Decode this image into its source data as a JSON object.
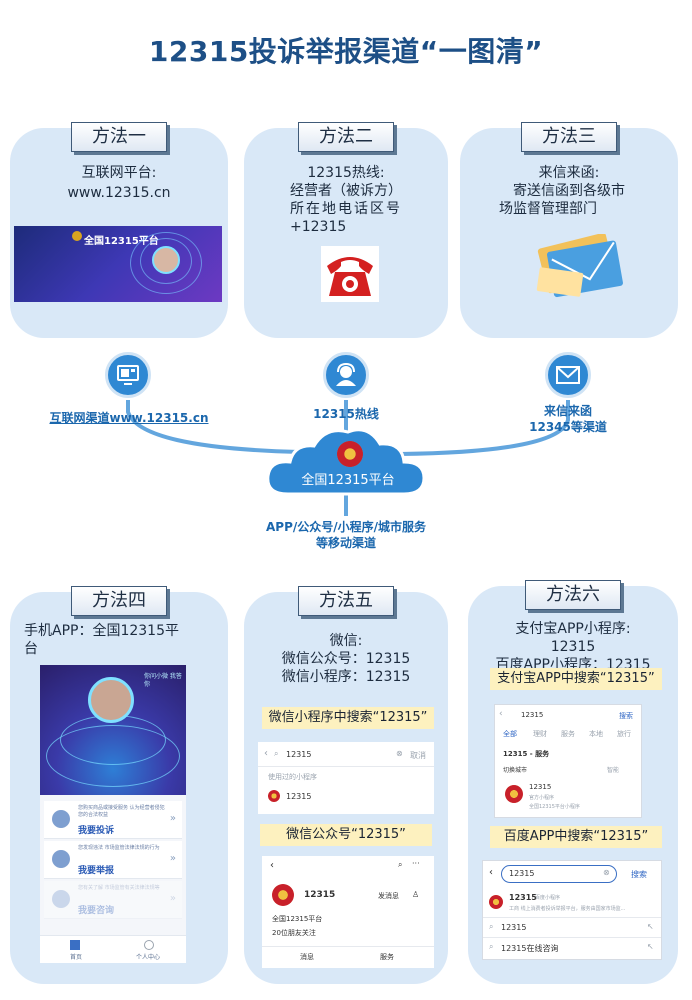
{
  "title": "12315投诉举报渠道“一图清”",
  "methods": [
    {
      "tag": "方法一",
      "lines": [
        "互联网平台:",
        "www.12315.cn"
      ],
      "banner_text": "全国12315平台"
    },
    {
      "tag": "方法二",
      "lines": [
        "12315热线:",
        "经营者（被诉方）",
        "所在地电话区号",
        "+12315"
      ]
    },
    {
      "tag": "方法三",
      "lines": [
        "来信来函:",
        "寄送信函到各级市",
        "场监督管理部门"
      ]
    },
    {
      "tag": "方法四",
      "lines": [
        "手机APP：全国12315平",
        "台"
      ]
    },
    {
      "tag": "方法五",
      "lines": [
        "微信:",
        "微信公众号：12315",
        "微信小程序：12315"
      ]
    },
    {
      "tag": "方法六",
      "lines": [
        "支付宝APP小程序:",
        "12315",
        "百度APP小程序：12315"
      ]
    }
  ],
  "channels": {
    "internet": "互联网渠道www.12315.cn",
    "hotline": "12315热线",
    "letter": [
      "来信来函",
      "12345等渠道"
    ],
    "platform": "全国12315平台",
    "mobile": [
      "APP/公众号/小程序/城市服务",
      "等移动渠道"
    ]
  },
  "app": {
    "hero_tag": "你问小微 我答你",
    "rows": [
      {
        "small": "您购买商品或接受服务 认为经营者侵犯您的合法权益",
        "big": "我要投诉"
      },
      {
        "small": "您发现违法 市场监管法律法规的行为",
        "big": "我要举报"
      },
      {
        "small": "您有关了解 市场监管有关法律法规等",
        "big": "我要咨询"
      }
    ],
    "tabs": [
      "首页",
      "个人中心"
    ]
  },
  "wechat": {
    "label_mini": "微信小程序中搜索“12315”",
    "label_official": "微信公众号“12315”",
    "search_value": "12315",
    "cancel": "取消",
    "recent": "使用过的小程序",
    "result": "12315",
    "account_name": "12315",
    "send_msg": "发消息",
    "account_desc": "全国12315平台",
    "followers": "20位朋友关注",
    "tab_msg": "消息",
    "tab_service": "服务"
  },
  "alipay": {
    "label": "支付宝APP中搜索“12315”",
    "search_value": "12315",
    "search_btn": "搜索",
    "tabs": [
      "全部",
      "理财",
      "服务",
      "本地",
      "旅行"
    ],
    "section": "12315 - 服务",
    "city": "切换城市",
    "sort": "智能",
    "result_title": "12315",
    "result_sub": "官方小程序",
    "result_desc": "全国12315平台小程序"
  },
  "baidu": {
    "label": "百度APP中搜索“12315”",
    "search_value": "12315",
    "search_btn": "搜索",
    "result_title": "12315",
    "result_badge": "百度小程序",
    "result_desc": "工商 线上消费者投诉举报平台，服务由国家市场监...",
    "suggestions": [
      "12315",
      "12315在线咨询"
    ]
  },
  "colors": {
    "title": "#1d4f86",
    "card_bg": "#d9e8f7",
    "channel_blue": "#2f88d3",
    "label_yellow": "#fdf1bf"
  }
}
